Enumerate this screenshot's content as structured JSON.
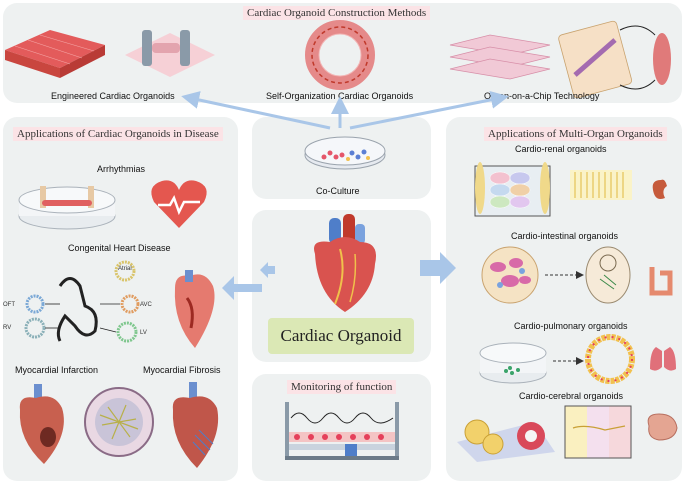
{
  "top": {
    "title": "Cardiac Organoid Construction Methods",
    "methods": [
      "Engineered Cardiac Organoids",
      "Self-Organization Cardiac Organoids",
      "Organ-on-a-Chip Technology"
    ]
  },
  "coculture": {
    "label": "Co-Culture"
  },
  "disease": {
    "title": "Applications of Cardiac Organoids in Disease",
    "arrhythmias": "Arrhythmias",
    "chd": "Congenital Heart Disease",
    "chd_parts": {
      "atrial": "Atrial",
      "oft": "OFT",
      "avc": "AVC",
      "rv": "RV",
      "lv": "LV"
    },
    "mi": "Myocardial Infarction",
    "mf": "Myocardial Fibrosis"
  },
  "center": {
    "label": "Cardiac Organoid"
  },
  "monitoring": {
    "label": "Monitoring of function"
  },
  "multi": {
    "title": "Applications of Multi-Organ Organoids",
    "items": [
      "Cardio-renal organoids",
      "Cardio-intestinal organoids",
      "Cardio-pulmonary organoids",
      "Cardio-cerebral organoids"
    ]
  },
  "colors": {
    "panel": "#eef1f1",
    "tag": "#fbe3e6",
    "arrow": "#a9c6e8",
    "heart_red": "#c0392b",
    "center_box": "#dbe8b5"
  }
}
